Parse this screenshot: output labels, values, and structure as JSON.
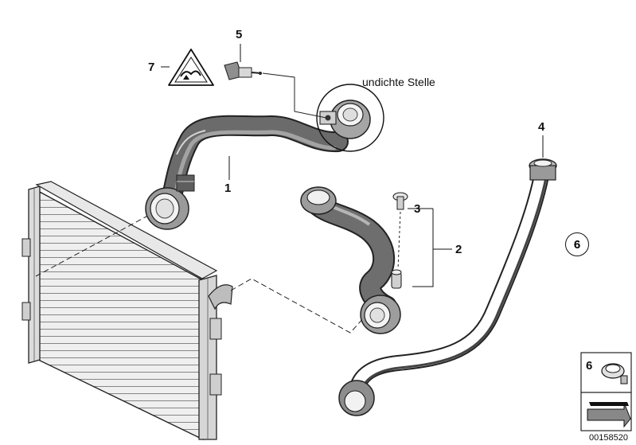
{
  "labels": {
    "hose_1": "1",
    "hose_2": "2",
    "screw_3": "3",
    "hose_4": "4",
    "sensor_5": "5",
    "clip_6": "6",
    "warning_7": "7"
  },
  "annotation": "undichte Stelle",
  "circled_ref": "6",
  "inset_ref": "6",
  "doc_number": "00158520",
  "colors": {
    "line": "#111111",
    "hose_dark": "#3c3c3c",
    "hose_light": "#8a8a8a",
    "radiator": "#cfcfcf"
  }
}
